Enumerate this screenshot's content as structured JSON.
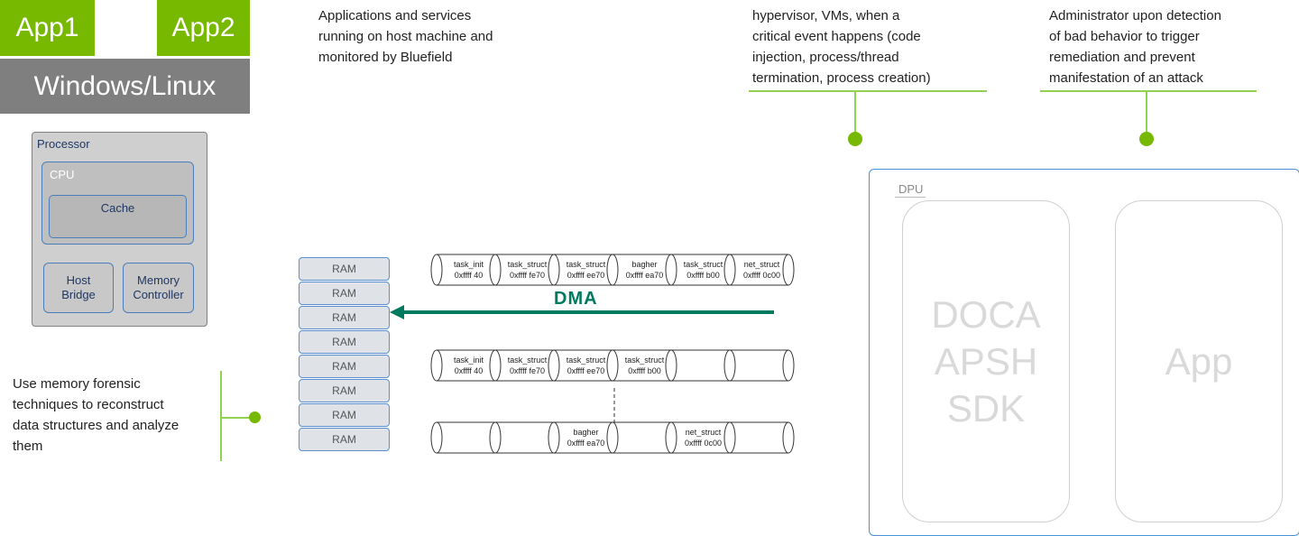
{
  "host": {
    "apps": [
      "App1",
      "App2"
    ],
    "os": "Windows/Linux",
    "processor_label": "Processor",
    "cpu_label": "CPU",
    "cache_label": "Cache",
    "host_bridge_label": "Host\nBridge",
    "memory_controller_label": "Memory\nController"
  },
  "descriptions": {
    "apps_services": "Applications and services\nrunning on host machine and\nmonitored by Bluefield",
    "hypervisor_event": "hypervisor, VMs, when a\ncritical event happens (code\ninjection, process/thread\ntermination, process creation)",
    "administrator": "Administrator upon detection\nof bad behavior to trigger\nremediation and prevent\nmanifestation of an attack",
    "memory_forensic": "Use memory forensic\ntechniques to reconstruct\ndata structures and analyze\nthem"
  },
  "ram": {
    "cells": [
      "RAM",
      "RAM",
      "RAM",
      "RAM",
      "RAM",
      "RAM",
      "RAM",
      "RAM"
    ]
  },
  "dma": {
    "label": "DMA"
  },
  "memory_rows": {
    "row1": [
      {
        "name": "task_init",
        "addr": "0xffff 40"
      },
      {
        "name": "task_struct",
        "addr": "0xffff fe70"
      },
      {
        "name": "task_struct",
        "addr": "0xffff ee70"
      },
      {
        "name": "bagher",
        "addr": "0xffff ea70"
      },
      {
        "name": "task_struct",
        "addr": "0xffff b00"
      },
      {
        "name": "net_struct",
        "addr": "0xffff 0c00"
      }
    ],
    "row2": [
      {
        "name": "task_init",
        "addr": "0xffff 40"
      },
      {
        "name": "task_struct",
        "addr": "0xffff fe70"
      },
      {
        "name": "task_struct",
        "addr": "0xffff ee70"
      },
      {
        "name": "task_struct",
        "addr": "0xffff b00"
      },
      {
        "name": "",
        "addr": ""
      },
      {
        "name": "",
        "addr": ""
      }
    ],
    "row3": [
      {
        "name": "",
        "addr": ""
      },
      {
        "name": "",
        "addr": ""
      },
      {
        "name": "bagher",
        "addr": "0xffff ea70"
      },
      {
        "name": "",
        "addr": ""
      },
      {
        "name": "net_struct",
        "addr": "0xffff 0c00"
      },
      {
        "name": "",
        "addr": ""
      }
    ]
  },
  "dpu": {
    "label": "DPU",
    "sdk_label": "DOCA\nAPSH\nSDK",
    "app_label": "App"
  },
  "colors": {
    "nvidia_green": "#76b900",
    "line_green": "#92d050",
    "dma_arrow": "#007a5e",
    "blue_border": "#4a7ebb"
  }
}
